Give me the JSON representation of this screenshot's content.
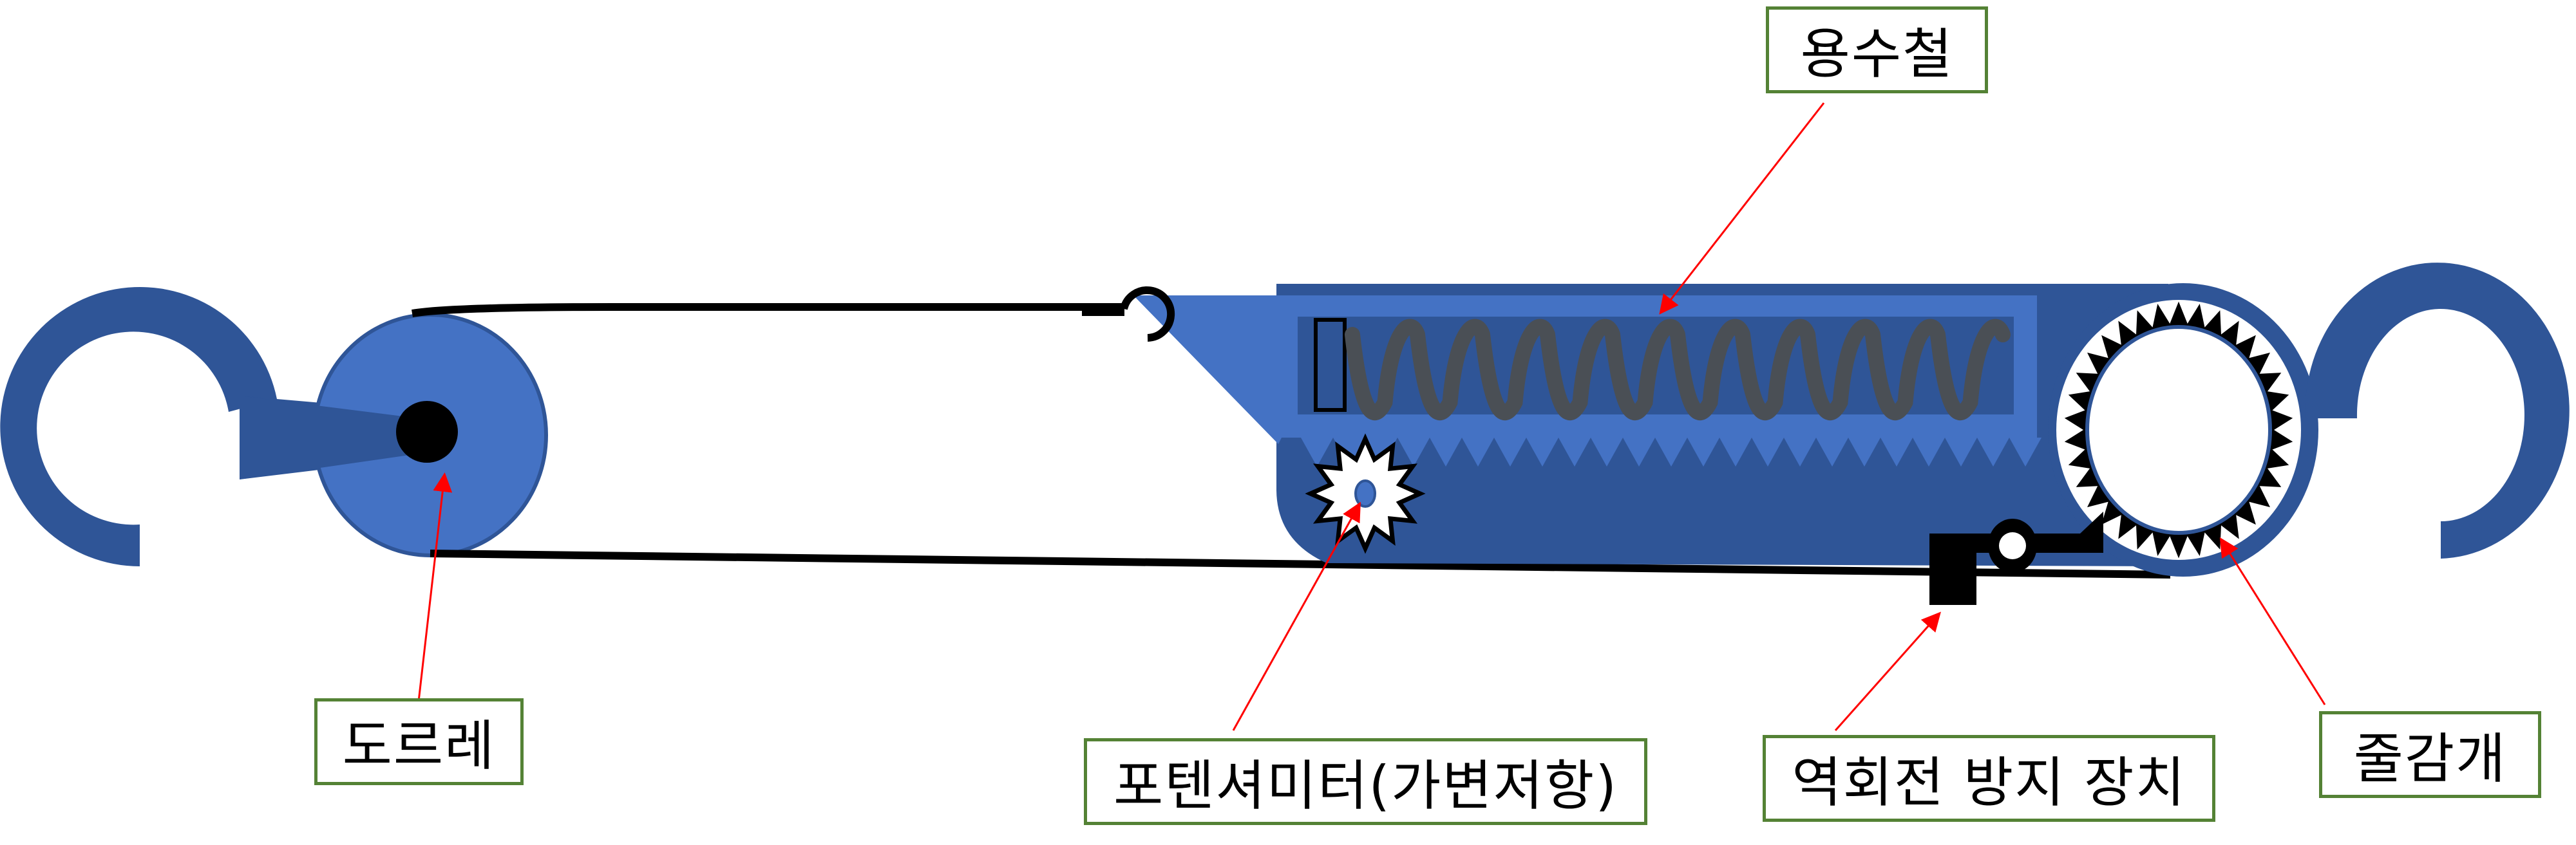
{
  "diagram": {
    "title": "줄감개 장치 구조도",
    "labels": {
      "spring": "용수철",
      "pulley": "도르레",
      "potentiometer": "포텐셔미터(가변저항)",
      "anti_reverse": "역회전 방지 장치",
      "reel": "줄감개"
    },
    "colors": {
      "dark_blue": "#2F5597",
      "light_blue": "#4472C4",
      "label_border": "#548235",
      "arrow": "#FF0000",
      "spring": "#4A4F55",
      "cable": "#000000"
    },
    "icons": [
      "left-hook-icon",
      "pulley-icon",
      "hook-ring-icon",
      "spring-icon",
      "potentiometer-gear-icon",
      "ratchet-reel-icon",
      "pawl-icon",
      "right-hook-icon"
    ]
  }
}
